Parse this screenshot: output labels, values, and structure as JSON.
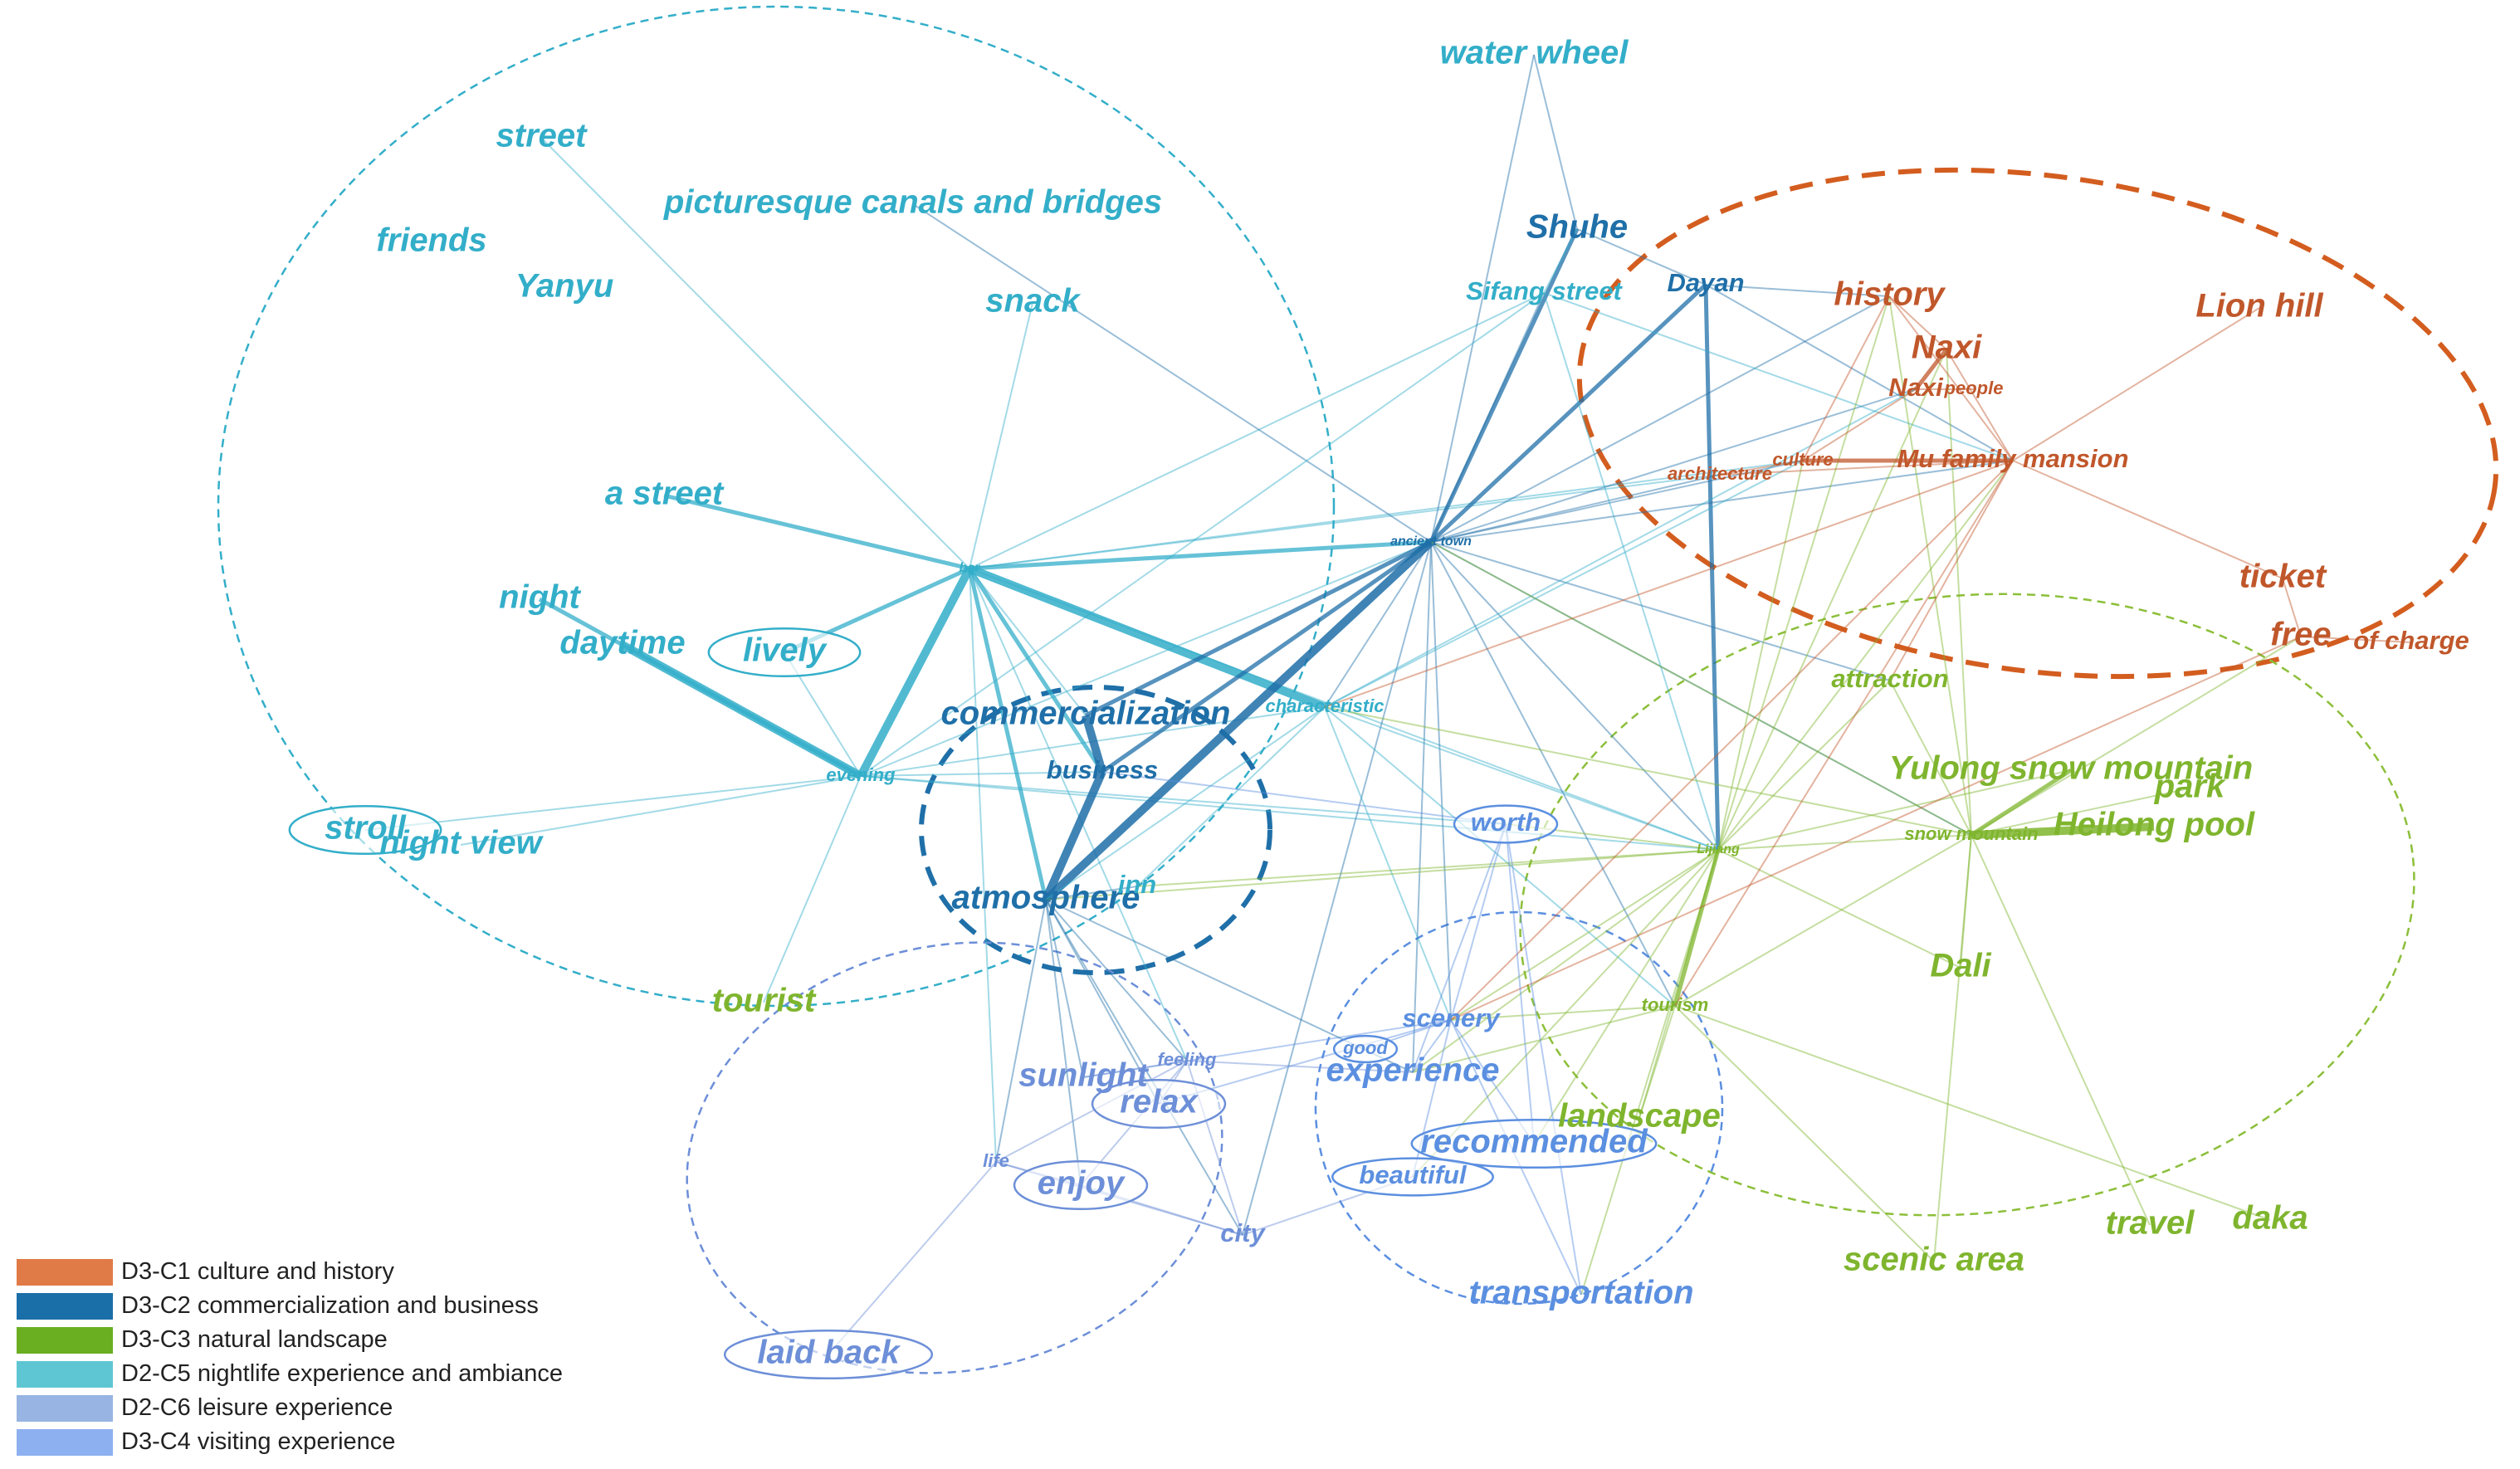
{
  "colors": {
    "culture": "#c0572b",
    "commercial": "#1f6fa8",
    "natural": "#7fb52e",
    "nightlife": "#33aec9",
    "leisure": "#6d8fd8",
    "visiting": "#5b8fe0"
  },
  "legend": [
    {
      "label": "D3-C1 culture and history",
      "color": "#e07b47"
    },
    {
      "label": "D3-C2 commercialization and business",
      "color": "#1a6fa8"
    },
    {
      "label": "D3-C3 natural landscape",
      "color": "#6aae22"
    },
    {
      "label": "D2-C5 nightlife experience and ambiance",
      "color": "#5ec6d2"
    },
    {
      "label": "D2-C6 leisure experience",
      "color": "#97b4e2"
    },
    {
      "label": "D3-C4 visiting experience",
      "color": "#8db0f0"
    }
  ],
  "nodes": [
    {
      "id": "water_wheel",
      "label": "water wheel",
      "group": "nightlife",
      "size": "lg"
    },
    {
      "id": "street",
      "label": "street",
      "group": "nightlife",
      "size": "lg"
    },
    {
      "id": "canals",
      "label": "picturesque canals and bridges",
      "group": "nightlife",
      "size": "lg"
    },
    {
      "id": "friends",
      "label": "friends",
      "group": "nightlife",
      "size": "lg"
    },
    {
      "id": "yanyu",
      "label": "Yanyu",
      "group": "nightlife",
      "size": "lg"
    },
    {
      "id": "snack",
      "label": "snack",
      "group": "nightlife",
      "size": "lg"
    },
    {
      "id": "a_street",
      "label": "a street",
      "group": "nightlife",
      "size": "lg"
    },
    {
      "id": "night",
      "label": "night",
      "group": "nightlife",
      "size": "lg"
    },
    {
      "id": "daytime",
      "label": "daytime",
      "group": "nightlife",
      "size": "lg"
    },
    {
      "id": "lively",
      "label": "lively",
      "group": "nightlife",
      "size": "lg",
      "ellipse": true
    },
    {
      "id": "bar",
      "label": "bar",
      "group": "nightlife",
      "size": "xs"
    },
    {
      "id": "evening",
      "label": "evening",
      "group": "nightlife",
      "size": "sm"
    },
    {
      "id": "stroll",
      "label": "stroll",
      "group": "nightlife",
      "size": "lg",
      "ellipse": true
    },
    {
      "id": "night_view",
      "label": "night view",
      "group": "nightlife",
      "size": "lg"
    },
    {
      "id": "characteristic",
      "label": "characteristic",
      "group": "nightlife",
      "size": "sm"
    },
    {
      "id": "commercialization",
      "label": "commercialization",
      "group": "commercial",
      "size": "lg"
    },
    {
      "id": "business",
      "label": "business",
      "group": "commercial",
      "size": "md"
    },
    {
      "id": "atmosphere",
      "label": "atmosphere",
      "group": "commercial",
      "size": "lg"
    },
    {
      "id": "inn",
      "label": "inn",
      "group": "nightlife",
      "size": "md"
    },
    {
      "id": "shuhe",
      "label": "Shuhe",
      "group": "commercial",
      "size": "lg"
    },
    {
      "id": "sifang",
      "label": "Sifang street",
      "group": "nightlife",
      "size": "md"
    },
    {
      "id": "dayan",
      "label": "Dayan",
      "group": "commercial",
      "size": "md"
    },
    {
      "id": "ancient_town",
      "label": "ancient town",
      "group": "commercial",
      "size": "xs"
    },
    {
      "id": "history",
      "label": "history",
      "group": "culture",
      "size": "lg"
    },
    {
      "id": "naxi",
      "label": "Naxi",
      "group": "culture",
      "size": "lg"
    },
    {
      "id": "naxi2",
      "label": "Naxi",
      "group": "culture",
      "size": "md"
    },
    {
      "id": "people",
      "label": "people",
      "group": "culture",
      "size": "sm"
    },
    {
      "id": "lion_hill",
      "label": "Lion hill",
      "group": "culture",
      "size": "lg"
    },
    {
      "id": "architecture",
      "label": "architecture",
      "group": "culture",
      "size": "sm"
    },
    {
      "id": "culture",
      "label": "culture",
      "group": "culture",
      "size": "sm"
    },
    {
      "id": "mu_mansion",
      "label": "Mu family mansion",
      "group": "culture",
      "size": "md"
    },
    {
      "id": "ticket",
      "label": "ticket",
      "group": "culture",
      "size": "lg"
    },
    {
      "id": "free",
      "label": "free",
      "group": "culture",
      "size": "lg"
    },
    {
      "id": "of_charge",
      "label": "of charge",
      "group": "culture",
      "size": "md"
    },
    {
      "id": "attraction",
      "label": "attraction",
      "group": "natural",
      "size": "md"
    },
    {
      "id": "yulong",
      "label": "Yulong snow mountain",
      "group": "natural",
      "size": "lg"
    },
    {
      "id": "park",
      "label": "park",
      "group": "natural",
      "size": "lg"
    },
    {
      "id": "snow_mountain",
      "label": "snow mountain",
      "group": "natural",
      "size": "sm"
    },
    {
      "id": "heilong",
      "label": "Heilong pool",
      "group": "natural",
      "size": "lg"
    },
    {
      "id": "lijiang",
      "label": "Lijiang",
      "group": "natural",
      "size": "xs"
    },
    {
      "id": "dali",
      "label": "Dali",
      "group": "natural",
      "size": "lg"
    },
    {
      "id": "tourism",
      "label": "tourism",
      "group": "natural",
      "size": "sm"
    },
    {
      "id": "tourist",
      "label": "tourist",
      "group": "natural",
      "size": "lg"
    },
    {
      "id": "landscape",
      "label": "landscape",
      "group": "natural",
      "size": "lg"
    },
    {
      "id": "travel",
      "label": "travel",
      "group": "natural",
      "size": "lg"
    },
    {
      "id": "daka",
      "label": "daka",
      "group": "natural",
      "size": "lg"
    },
    {
      "id": "scenic_area",
      "label": "scenic area",
      "group": "natural",
      "size": "lg"
    },
    {
      "id": "worth",
      "label": "worth",
      "group": "visiting",
      "size": "md",
      "ellipse": true
    },
    {
      "id": "scenery",
      "label": "scenery",
      "group": "visiting",
      "size": "md"
    },
    {
      "id": "good",
      "label": "good",
      "group": "visiting",
      "size": "sm",
      "ellipse": true
    },
    {
      "id": "experience",
      "label": "experience",
      "group": "visiting",
      "size": "lg"
    },
    {
      "id": "recommended",
      "label": "recommended",
      "group": "visiting",
      "size": "lg",
      "ellipse": true
    },
    {
      "id": "beautiful",
      "label": "beautiful",
      "group": "visiting",
      "size": "md",
      "ellipse": true
    },
    {
      "id": "transportation",
      "label": "transportation",
      "group": "visiting",
      "size": "lg"
    },
    {
      "id": "sunlight",
      "label": "sunlight",
      "group": "leisure",
      "size": "lg"
    },
    {
      "id": "feeling",
      "label": "feeling",
      "group": "leisure",
      "size": "sm"
    },
    {
      "id": "relax",
      "label": "relax",
      "group": "leisure",
      "size": "lg",
      "ellipse": true
    },
    {
      "id": "life",
      "label": "life",
      "group": "leisure",
      "size": "sm"
    },
    {
      "id": "enjoy",
      "label": "enjoy",
      "group": "leisure",
      "size": "lg",
      "ellipse": true
    },
    {
      "id": "city",
      "label": "city",
      "group": "leisure",
      "size": "md"
    },
    {
      "id": "laid_back",
      "label": "laid back",
      "group": "leisure",
      "size": "lg",
      "ellipse": true
    }
  ],
  "edges": [
    [
      "bar",
      "evening",
      3
    ],
    [
      "bar",
      "a_street",
      2
    ],
    [
      "bar",
      "lively",
      2
    ],
    [
      "bar",
      "atmosphere",
      2
    ],
    [
      "bar",
      "business",
      2
    ],
    [
      "bar",
      "characteristic",
      3
    ],
    [
      "bar",
      "ancient_town",
      2
    ],
    [
      "bar",
      "commercialization",
      1
    ],
    [
      "bar",
      "street",
      1
    ],
    [
      "bar",
      "snack",
      1
    ],
    [
      "bar",
      "culture",
      1
    ],
    [
      "bar",
      "architecture",
      1
    ],
    [
      "bar",
      "lijiang",
      1
    ],
    [
      "bar",
      "feeling",
      1
    ],
    [
      "bar",
      "life",
      1
    ],
    [
      "bar",
      "sifang",
      1
    ],
    [
      "evening",
      "daytime",
      3
    ],
    [
      "evening",
      "night",
      2
    ],
    [
      "evening",
      "lively",
      1
    ],
    [
      "evening",
      "night_view",
      1
    ],
    [
      "evening",
      "stroll",
      1
    ],
    [
      "evening",
      "ancient_town",
      1
    ],
    [
      "evening",
      "business",
      1
    ],
    [
      "evening",
      "characteristic",
      1
    ],
    [
      "evening",
      "lijiang",
      1
    ],
    [
      "evening",
      "worth",
      1
    ],
    [
      "evening",
      "tourist",
      1
    ],
    [
      "ancient_town",
      "shuhe",
      2
    ],
    [
      "ancient_town",
      "dayan",
      2
    ],
    [
      "ancient_town",
      "atmosphere",
      3
    ],
    [
      "ancient_town",
      "commercialization",
      2
    ],
    [
      "ancient_town",
      "business",
      2
    ],
    [
      "ancient_town",
      "characteristic",
      1
    ],
    [
      "ancient_town",
      "sifang",
      1
    ],
    [
      "ancient_town",
      "mu_mansion",
      1
    ],
    [
      "ancient_town",
      "culture",
      1
    ],
    [
      "ancient_town",
      "architecture",
      1
    ],
    [
      "ancient_town",
      "naxi2",
      1
    ],
    [
      "ancient_town",
      "history",
      1
    ],
    [
      "ancient_town",
      "lijiang",
      1
    ],
    [
      "ancient_town",
      "tourism",
      1
    ],
    [
      "ancient_town",
      "scenery",
      1
    ],
    [
      "ancient_town",
      "experience",
      1
    ],
    [
      "ancient_town",
      "attraction",
      1
    ],
    [
      "ancient_town",
      "snow_mountain",
      1
    ],
    [
      "ancient_town",
      "city",
      1
    ],
    [
      "ancient_town",
      "canals",
      1
    ],
    [
      "ancient_town",
      "water_wheel",
      1
    ],
    [
      "dayan",
      "lijiang",
      2
    ],
    [
      "dayan",
      "mu_mansion",
      1
    ],
    [
      "dayan",
      "history",
      1
    ],
    [
      "sifang",
      "shuhe",
      1
    ],
    [
      "sifang",
      "evening",
      1
    ],
    [
      "sifang",
      "lijiang",
      1
    ],
    [
      "sifang",
      "mu_mansion",
      1
    ],
    [
      "business",
      "atmosphere",
      3
    ],
    [
      "business",
      "commercialization",
      3
    ],
    [
      "characteristic",
      "naxi2",
      1
    ],
    [
      "characteristic",
      "culture",
      1
    ],
    [
      "characteristic",
      "lijiang",
      1
    ],
    [
      "characteristic",
      "inn",
      1
    ],
    [
      "characteristic",
      "scenery",
      1
    ],
    [
      "characteristic",
      "tourism",
      1
    ],
    [
      "characteristic",
      "atmosphere",
      1
    ],
    [
      "lijiang",
      "yulong",
      1
    ],
    [
      "lijiang",
      "snow_mountain",
      1
    ],
    [
      "lijiang",
      "attraction",
      1
    ],
    [
      "lijiang",
      "mu_mansion",
      1
    ],
    [
      "lijiang",
      "culture",
      1
    ],
    [
      "lijiang",
      "naxi",
      1
    ],
    [
      "lijiang",
      "history",
      1
    ],
    [
      "lijiang",
      "tourism",
      2
    ],
    [
      "lijiang",
      "dali",
      1
    ],
    [
      "lijiang",
      "scenery",
      1
    ],
    [
      "lijiang",
      "worth",
      1
    ],
    [
      "lijiang",
      "transportation",
      1
    ],
    [
      "lijiang",
      "beautiful",
      1
    ],
    [
      "lijiang",
      "recommended",
      1
    ],
    [
      "lijiang",
      "experience",
      1
    ],
    [
      "lijiang",
      "landscape",
      1
    ],
    [
      "lijiang",
      "inn",
      1
    ],
    [
      "lijiang",
      "atmosphere",
      1
    ],
    [
      "snow_mountain",
      "heilong",
      3
    ],
    [
      "snow_mountain",
      "yulong",
      2
    ],
    [
      "snow_mountain",
      "park",
      1
    ],
    [
      "snow_mountain",
      "dali",
      1
    ],
    [
      "snow_mountain",
      "travel",
      1
    ],
    [
      "snow_mountain",
      "scenic_area",
      1
    ],
    [
      "snow_mountain",
      "attraction",
      1
    ],
    [
      "snow_mountain",
      "history",
      1
    ],
    [
      "snow_mountain",
      "naxi",
      1
    ],
    [
      "snow_mountain",
      "tourism",
      1
    ],
    [
      "snow_mountain",
      "characteristic",
      1
    ],
    [
      "snow_mountain",
      "ancient_town",
      1
    ],
    [
      "snow_mountain",
      "free",
      1
    ],
    [
      "mu_mansion",
      "ticket",
      1
    ],
    [
      "mu_mansion",
      "lion_hill",
      1
    ],
    [
      "mu_mansion",
      "culture",
      2
    ],
    [
      "mu_mansion",
      "architecture",
      1
    ],
    [
      "mu_mansion",
      "naxi",
      1
    ],
    [
      "mu_mansion",
      "history",
      1
    ],
    [
      "mu_mansion",
      "attraction",
      1
    ],
    [
      "mu_mansion",
      "tourism",
      1
    ],
    [
      "mu_mansion",
      "characteristic",
      1
    ],
    [
      "mu_mansion",
      "scenery",
      1
    ],
    [
      "naxi",
      "history",
      1
    ],
    [
      "naxi",
      "naxi2",
      2
    ],
    [
      "naxi2",
      "people",
      1
    ],
    [
      "culture",
      "naxi2",
      1
    ],
    [
      "culture",
      "history",
      1
    ],
    [
      "culture",
      "architecture",
      1
    ],
    [
      "ticket",
      "free",
      1
    ],
    [
      "free",
      "of_charge",
      1
    ],
    [
      "free",
      "scenery",
      1
    ],
    [
      "tourism",
      "scenery",
      1
    ],
    [
      "tourism",
      "landscape",
      1
    ],
    [
      "tourism",
      "scenic_area",
      1
    ],
    [
      "tourism",
      "daka",
      1
    ],
    [
      "tourism",
      "experience",
      1
    ],
    [
      "scenery",
      "good",
      1
    ],
    [
      "scenery",
      "experience",
      1
    ],
    [
      "scenery",
      "worth",
      1
    ],
    [
      "scenery",
      "recommended",
      1
    ],
    [
      "scenery",
      "beautiful",
      1
    ],
    [
      "scenery",
      "transportation",
      1
    ],
    [
      "scenery",
      "sunlight",
      1
    ],
    [
      "scenery",
      "relax",
      1
    ],
    [
      "worth",
      "experience",
      1
    ],
    [
      "worth",
      "recommended",
      1
    ],
    [
      "worth",
      "business",
      1
    ],
    [
      "worth",
      "transportation",
      1
    ],
    [
      "atmosphere",
      "feeling",
      1
    ],
    [
      "atmosphere",
      "life",
      1
    ],
    [
      "atmosphere",
      "relax",
      1
    ],
    [
      "atmosphere",
      "enjoy",
      1
    ],
    [
      "atmosphere",
      "city",
      1
    ],
    [
      "atmosphere",
      "sunlight",
      1
    ],
    [
      "atmosphere",
      "experience",
      1
    ],
    [
      "atmosphere",
      "inn",
      1
    ],
    [
      "feeling",
      "relax",
      1
    ],
    [
      "feeling",
      "enjoy",
      1
    ],
    [
      "feeling",
      "life",
      1
    ],
    [
      "feeling",
      "city",
      1
    ],
    [
      "feeling",
      "experience",
      1
    ],
    [
      "feeling",
      "sunlight",
      1
    ],
    [
      "life",
      "enjoy",
      1
    ],
    [
      "life",
      "city",
      1
    ],
    [
      "life",
      "laid_back",
      1
    ],
    [
      "city",
      "enjoy",
      1
    ],
    [
      "city",
      "beautiful",
      1
    ],
    [
      "shuhe",
      "water_wheel",
      1
    ],
    [
      "shuhe",
      "dayan",
      1
    ]
  ]
}
